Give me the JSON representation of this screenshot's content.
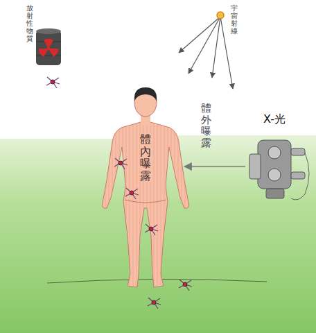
{
  "diagram": {
    "labels": [
      "放射性物質",
      "宇宙射線",
      "體外曝露",
      "X-光",
      "體內曝露"
    ]
  }
}
